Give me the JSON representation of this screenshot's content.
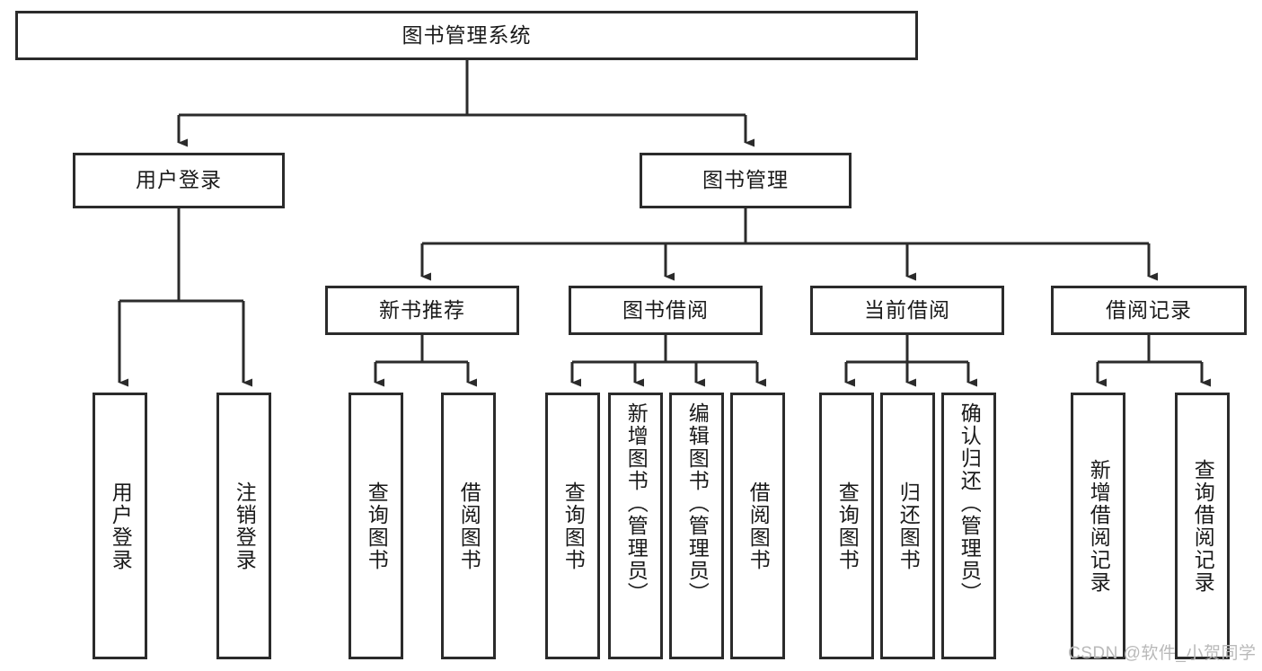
{
  "diagram": {
    "type": "tree-hierarchy-diagram",
    "title": "图书管理系统",
    "orientation": "top-down",
    "colors": {
      "box_border": "#2b2b2b",
      "box_fill": "#ffffff",
      "connector": "#2b2b2b",
      "text": "#1a1a1a",
      "watermark": "#b9b9b9"
    },
    "levels": {
      "level1": [
        {
          "id": "root",
          "label": "图书管理系统",
          "text_direction": "horizontal"
        }
      ],
      "level2": [
        {
          "id": "user-login",
          "label": "用户登录",
          "text_direction": "horizontal"
        },
        {
          "id": "book-management",
          "label": "图书管理",
          "text_direction": "horizontal"
        }
      ],
      "level3": [
        {
          "id": "new-book-recommend",
          "label": "新书推荐",
          "text_direction": "horizontal"
        },
        {
          "id": "book-borrow",
          "label": "图书借阅",
          "text_direction": "horizontal"
        },
        {
          "id": "current-borrow",
          "label": "当前借阅",
          "text_direction": "horizontal"
        },
        {
          "id": "borrow-record",
          "label": "借阅记录",
          "text_direction": "horizontal"
        }
      ],
      "level4": [
        {
          "id": "leaf-user-login",
          "label": "用户登录",
          "parent": "user-login",
          "text_direction": "vertical"
        },
        {
          "id": "leaf-user-logout",
          "label": "注销登录",
          "parent": "user-login",
          "text_direction": "vertical"
        },
        {
          "id": "leaf-query-book-1",
          "label": "查询图书",
          "parent": "new-book-recommend",
          "text_direction": "vertical"
        },
        {
          "id": "leaf-borrow-book-1",
          "label": "借阅图书",
          "parent": "new-book-recommend",
          "text_direction": "vertical"
        },
        {
          "id": "leaf-query-book-2",
          "label": "查询图书",
          "parent": "book-borrow",
          "text_direction": "vertical"
        },
        {
          "id": "leaf-add-book",
          "label": "新增图书（管理员）",
          "parent": "book-borrow",
          "text_direction": "vertical"
        },
        {
          "id": "leaf-edit-book",
          "label": "编辑图书（管理员）",
          "parent": "book-borrow",
          "text_direction": "vertical"
        },
        {
          "id": "leaf-borrow-book-2",
          "label": "借阅图书",
          "parent": "book-borrow",
          "text_direction": "vertical"
        },
        {
          "id": "leaf-query-book-3",
          "label": "查询图书",
          "parent": "current-borrow",
          "text_direction": "vertical"
        },
        {
          "id": "leaf-return-book",
          "label": "归还图书",
          "parent": "current-borrow",
          "text_direction": "vertical"
        },
        {
          "id": "leaf-confirm-return",
          "label": "确认归还（管理员）",
          "parent": "current-borrow",
          "text_direction": "vertical"
        },
        {
          "id": "leaf-add-record",
          "label": "新增借阅记录",
          "parent": "borrow-record",
          "text_direction": "vertical"
        },
        {
          "id": "leaf-query-record",
          "label": "查询借阅记录",
          "parent": "borrow-record",
          "text_direction": "vertical"
        }
      ]
    }
  },
  "watermark": {
    "text": "CSDN @软件_小贺同学"
  }
}
